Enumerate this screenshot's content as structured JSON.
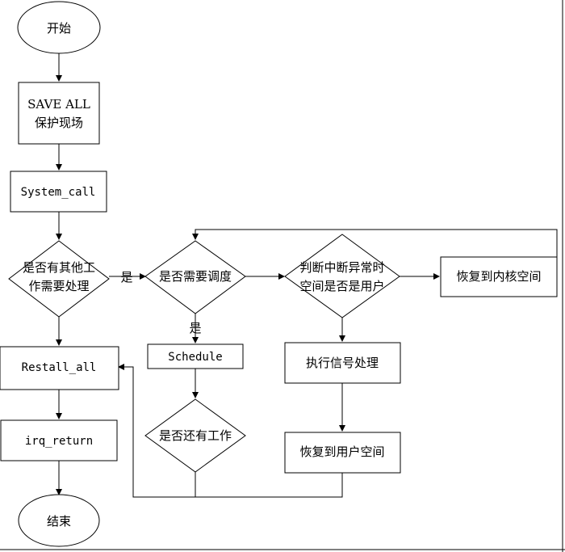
{
  "nodes": {
    "start": "开始",
    "save_all_line1": "SAVE ALL",
    "save_all_line2": "保护现场",
    "system_call": "System_call",
    "other_work_line1": "是否有其他工",
    "other_work_line2": "作需要处理",
    "need_schedule": "是否需要调度",
    "check_user_line1": "判断中断异常时",
    "check_user_line2": "空间是否是用户",
    "restore_kernel": "恢复到内核空间",
    "restall_all": "Restall_all",
    "schedule": "Schedule",
    "exec_signal": "执行信号处理",
    "irq_return": "irq_return",
    "still_work": "是否还有工作",
    "restore_user": "恢复到用户空间",
    "end": "结束"
  },
  "edge_labels": {
    "other_work_yes": "是",
    "need_schedule_yes": "是"
  }
}
